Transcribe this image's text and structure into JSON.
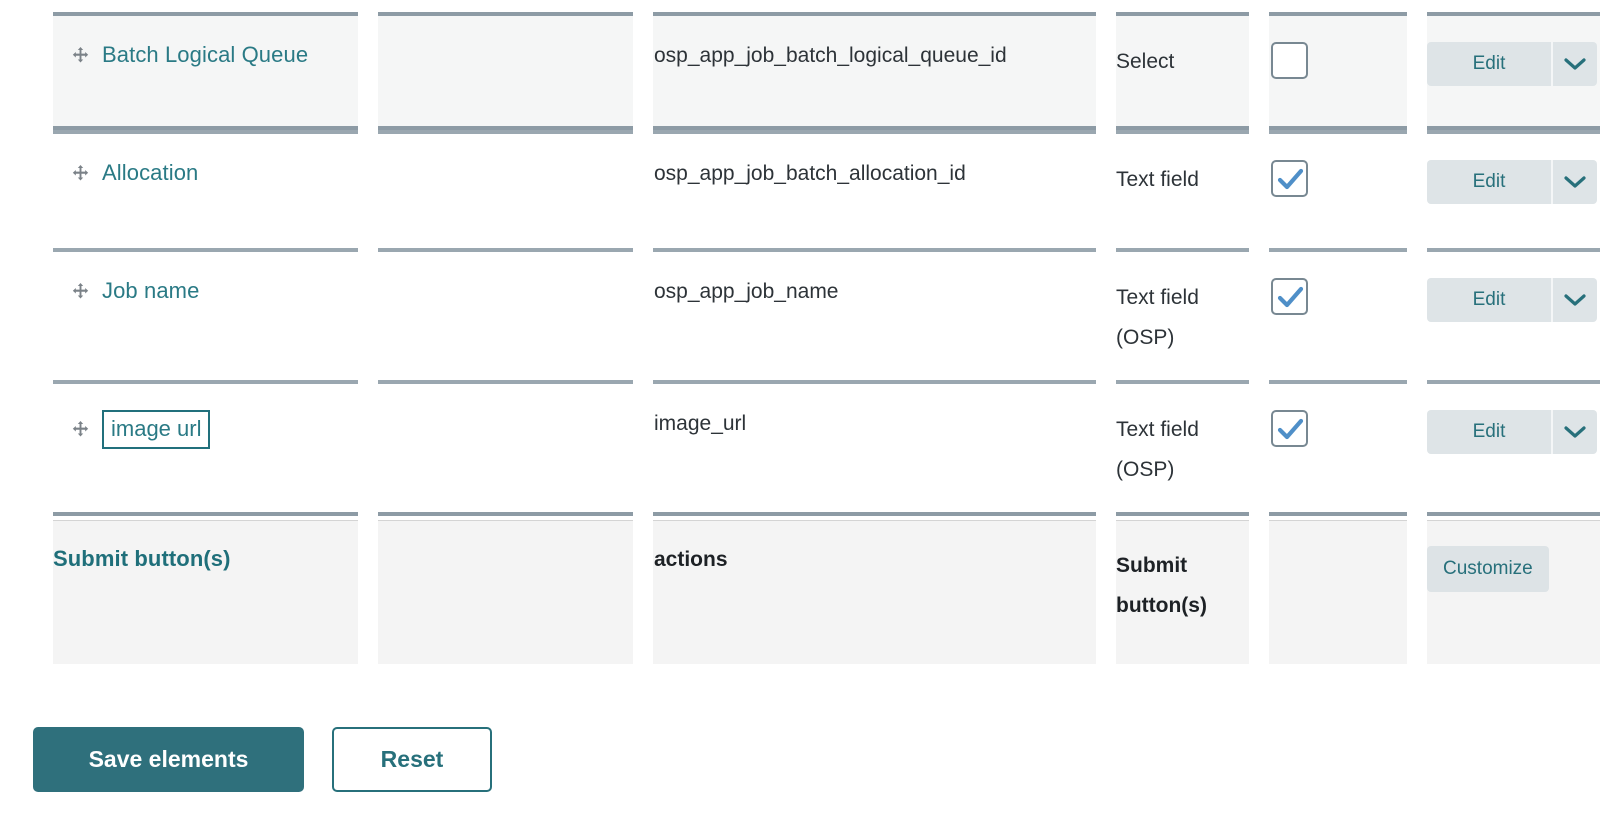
{
  "accent": {
    "teal": "#2a7a85",
    "teal_dark": "#2f707c",
    "button_bg": "#dee4e7",
    "check_blue": "#4f8fc8",
    "row_highlight": "#f5f6f6",
    "rule": "#9aa7b0"
  },
  "columns": {
    "label": "",
    "blank": "",
    "machine_name": "",
    "field_type": "",
    "enabled": "",
    "actions": ""
  },
  "rows": [
    {
      "label": "Batch Logical Queue",
      "blank": "",
      "machine_name": "osp_app_job_batch_logical_queue_id",
      "field_type": "Select",
      "checked": false,
      "edit_label": "Edit",
      "caret_icon": "chevron-down-icon",
      "drag_icon": "move-handle-icon",
      "highlighted": true,
      "editing": false
    },
    {
      "label": "Allocation",
      "blank": "",
      "machine_name": "osp_app_job_batch_allocation_id",
      "field_type": "Text field",
      "checked": true,
      "edit_label": "Edit",
      "caret_icon": "chevron-down-icon",
      "drag_icon": "move-handle-icon",
      "highlighted": false,
      "editing": false
    },
    {
      "label": "Job name",
      "blank": "",
      "machine_name": "osp_app_job_name",
      "field_type": "Text field (OSP)",
      "checked": true,
      "edit_label": "Edit",
      "caret_icon": "chevron-down-icon",
      "drag_icon": "move-handle-icon",
      "highlighted": false,
      "editing": false
    },
    {
      "label": "image url",
      "blank": "",
      "machine_name": "image_url",
      "field_type": "Text field (OSP)",
      "checked": true,
      "edit_label": "Edit",
      "caret_icon": "chevron-down-icon",
      "drag_icon": "move-handle-icon",
      "highlighted": false,
      "editing": true
    }
  ],
  "footer_row": {
    "label": "Submit button(s)",
    "blank": "",
    "machine_name": "actions",
    "field_type": "Submit button(s)",
    "customize_label": "Customize"
  },
  "bottom_bar": {
    "save_label": "Save elements",
    "reset_label": "Reset"
  }
}
